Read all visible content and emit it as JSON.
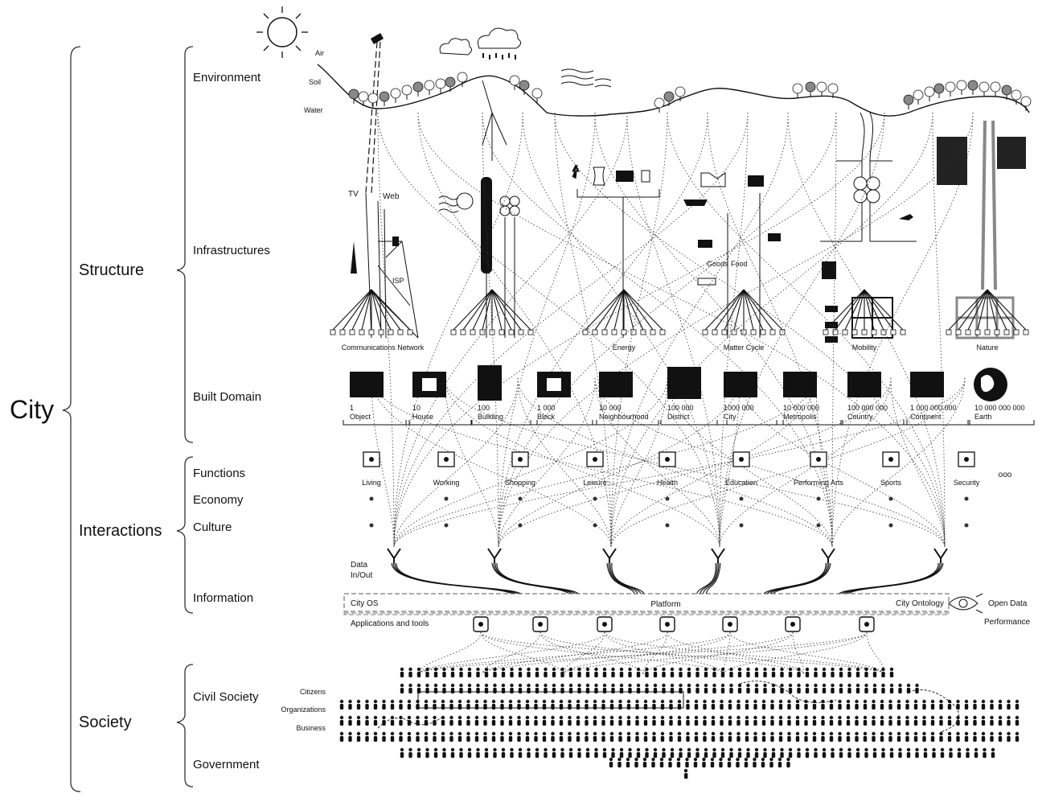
{
  "root_label": "City",
  "groups": [
    {
      "label": "Structure",
      "items": [
        "Environment",
        "Infrastructures",
        "Built Domain"
      ]
    },
    {
      "label": "Interactions",
      "items": [
        "Functions",
        "Economy",
        "Culture",
        "Information"
      ]
    },
    {
      "label": "Society",
      "items": [
        "Civil Society",
        "Government"
      ]
    }
  ],
  "environment_layers": [
    "Air",
    "Soil",
    "Water"
  ],
  "infrastructure_labels": {
    "tv": "TV",
    "web": "Web",
    "isp": "ISP",
    "goods": "Goods",
    "food": "Food"
  },
  "infrastructure_systems": [
    "Communications Network",
    "Energy",
    "Matter Cycle",
    "Mobility",
    "Nature"
  ],
  "built_scales": [
    {
      "count": "1",
      "name": "Object"
    },
    {
      "count": "10",
      "name": "House"
    },
    {
      "count": "100",
      "name": "Building"
    },
    {
      "count": "1 000",
      "name": "Block"
    },
    {
      "count": "10 000",
      "name": "Neighbourhood"
    },
    {
      "count": "100 000",
      "name": "District"
    },
    {
      "count": "1000 000",
      "name": "City"
    },
    {
      "count": "10 000 000",
      "name": "Metropolis"
    },
    {
      "count": "100 000 000",
      "name": "Country"
    },
    {
      "count": "1 000 000 000",
      "name": "Continent"
    },
    {
      "count": "10 000 000 000",
      "name": "Earth"
    }
  ],
  "functions": [
    "Living",
    "Working",
    "Shopping",
    "Leisure",
    "Health",
    "Education",
    "Performing Arts",
    "Sports",
    "Security",
    "ooo"
  ],
  "data_io": [
    "Data",
    "In/Out"
  ],
  "platform": {
    "left": "City OS",
    "center": "Platform",
    "right": "City Ontology",
    "tools_label": "Applications and tools",
    "open_data": "Open Data",
    "performance": "Performance"
  },
  "civil_society_types": [
    "Citizens",
    "Organizations",
    "Business"
  ],
  "colors": {
    "ink": "#111111",
    "grey": "#888888",
    "background": "#ffffff"
  }
}
